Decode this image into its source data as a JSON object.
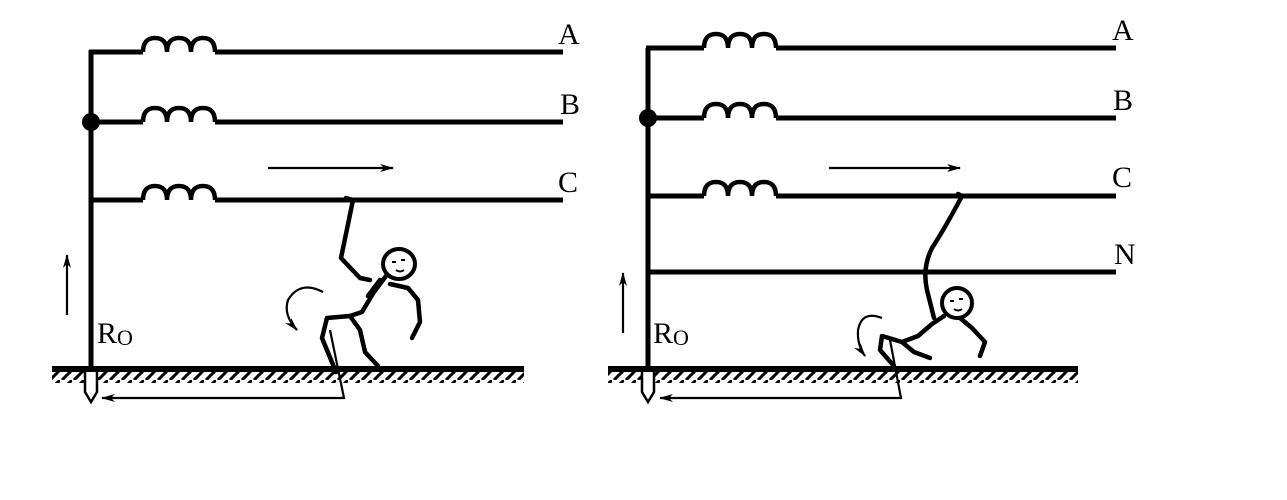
{
  "left_panel": {
    "phase_labels": [
      "A",
      "B",
      "C"
    ],
    "resistor_label": "R",
    "resistor_subscript": "O"
  },
  "right_panel": {
    "phase_labels": [
      "A",
      "B",
      "C",
      "N"
    ],
    "resistor_label": "R",
    "resistor_subscript": "O"
  },
  "colors": {
    "ink": "#000000",
    "background": "#ffffff"
  }
}
